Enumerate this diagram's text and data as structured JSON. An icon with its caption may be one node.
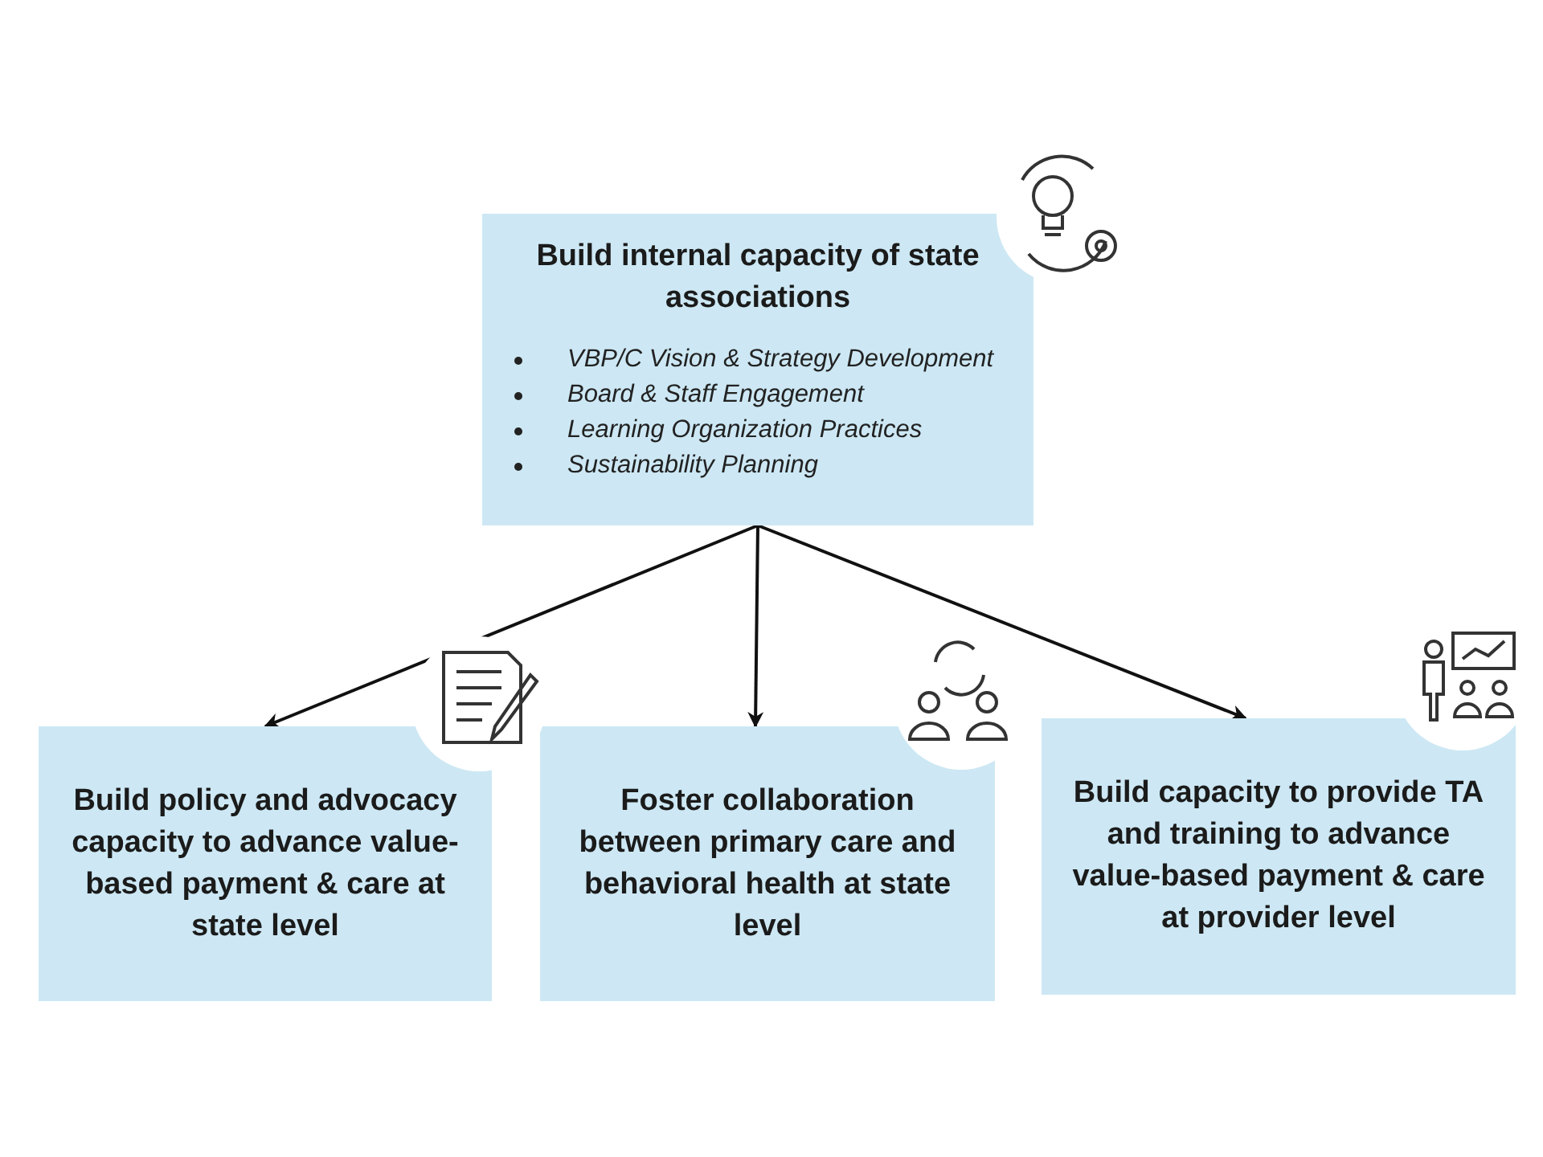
{
  "diagram": {
    "nodes": [
      {
        "text": [
          "Build internal capacity of state associations",
          "VBP/C Vision & Strategy Development",
          "Board & Staff Engagement",
          "Learning Organization Practices",
          "Sustainability Planning"
        ]
      },
      {
        "text": [
          "Build policy and advocacy capacity to advance value-based payment & care at state level"
        ]
      },
      {
        "text": [
          "Foster collaboration between primary care and behavioral health at state level"
        ]
      },
      {
        "text": [
          "Build capacity to provide TA and training to advance value-based payment & care at provider level"
        ]
      }
    ],
    "edges": [
      {
        "from": 0,
        "to": 1,
        "arrow": "to"
      },
      {
        "from": 0,
        "to": 2,
        "arrow": "to"
      },
      {
        "from": 0,
        "to": 3,
        "arrow": "to"
      }
    ]
  }
}
